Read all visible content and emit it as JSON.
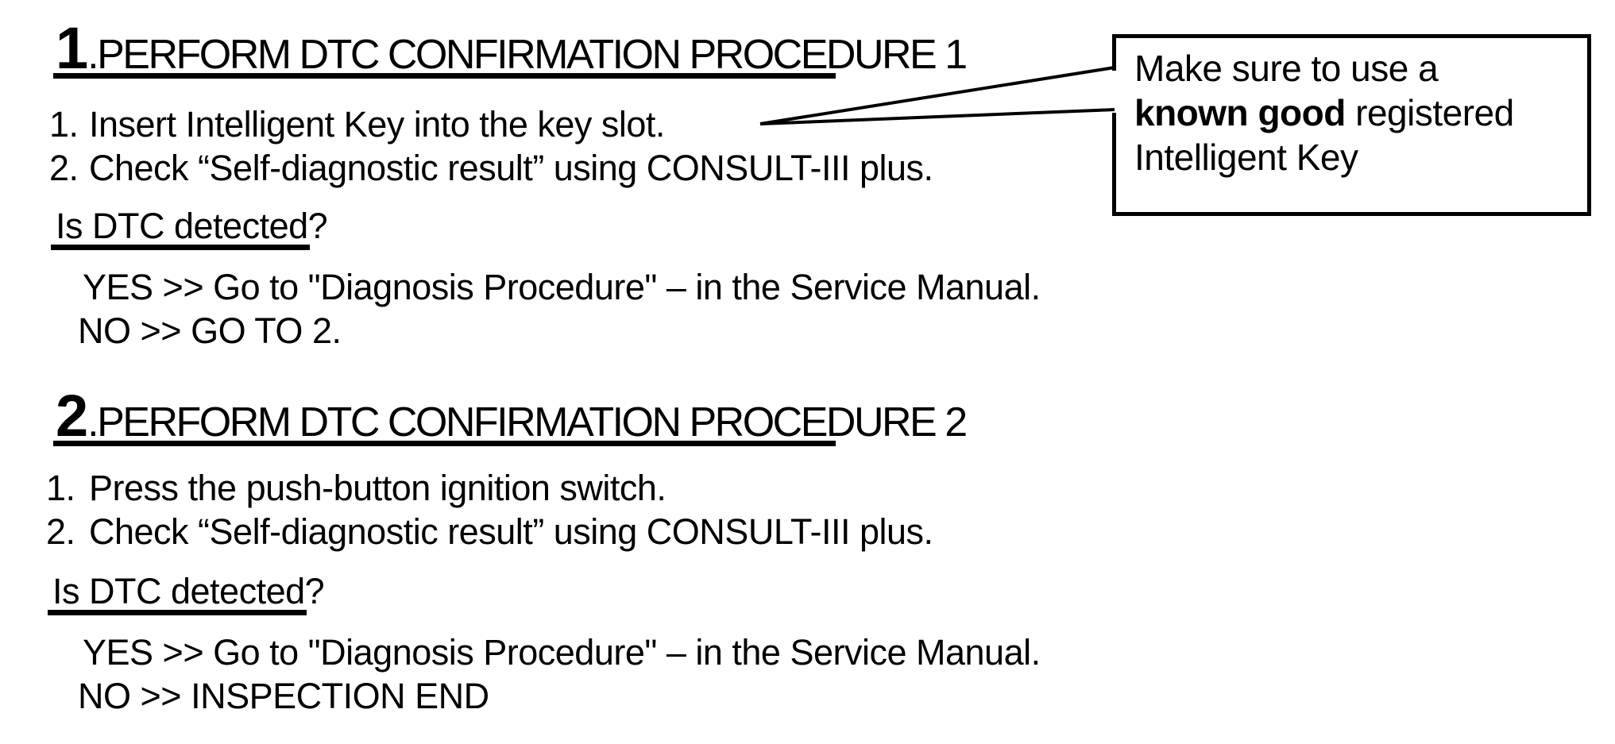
{
  "page": {
    "background": "#ffffff",
    "text_color": "#000000"
  },
  "sections": [
    {
      "number": "1",
      "title": ".PERFORM DTC CONFIRMATION PROCEDURE 1",
      "steps": [
        {
          "num": "1.",
          "text": "Insert Intelligent Key into the key slot."
        },
        {
          "num": "2.",
          "text": "Check “Self-diagnostic result” using CONSULT-III plus."
        }
      ],
      "question": "Is DTC detected?",
      "yes_line": "YES >> Go to \"Diagnosis Procedure\" – in the Service Manual.",
      "no_line": "NO >> GO TO 2."
    },
    {
      "number": "2",
      "title": ".PERFORM DTC CONFIRMATION PROCEDURE 2",
      "steps": [
        {
          "num": "1.",
          "text": "Press the push-button ignition switch."
        },
        {
          "num": "2.",
          "text": "Check “Self-diagnostic result” using CONSULT-III plus."
        }
      ],
      "question": "Is DTC detected?",
      "yes_line": "YES >> Go to \"Diagnosis Procedure\" – in the Service Manual.",
      "no_line": "NO >> INSPECTION END"
    }
  ],
  "callout": {
    "line1": "Make sure to use a",
    "emphasis": "known good",
    "line2_rest": " registered",
    "line3": "Intelligent Key"
  }
}
